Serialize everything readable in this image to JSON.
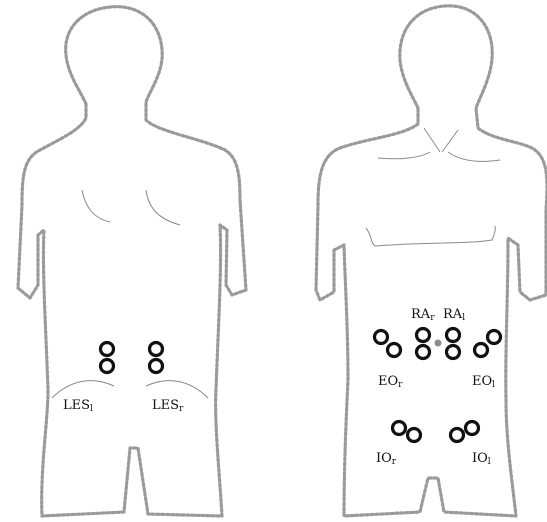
{
  "labels": {
    "les_left": {
      "base": "LES",
      "sub": "l"
    },
    "les_right": {
      "base": "LES",
      "sub": "r"
    },
    "ra_right": {
      "base": "RA",
      "sub": "r"
    },
    "ra_left": {
      "base": "RA",
      "sub": "l"
    },
    "eo_right": {
      "base": "EO",
      "sub": "r"
    },
    "eo_left": {
      "base": "EO",
      "sub": "l"
    },
    "io_right": {
      "base": "IO",
      "sub": "r"
    },
    "io_left": {
      "base": "IO",
      "sub": "l"
    }
  },
  "colors": {
    "outline": "#9a9a9a",
    "electrode": "#111111",
    "reference_dot": "#8c8c8c",
    "background": "#ffffff"
  }
}
